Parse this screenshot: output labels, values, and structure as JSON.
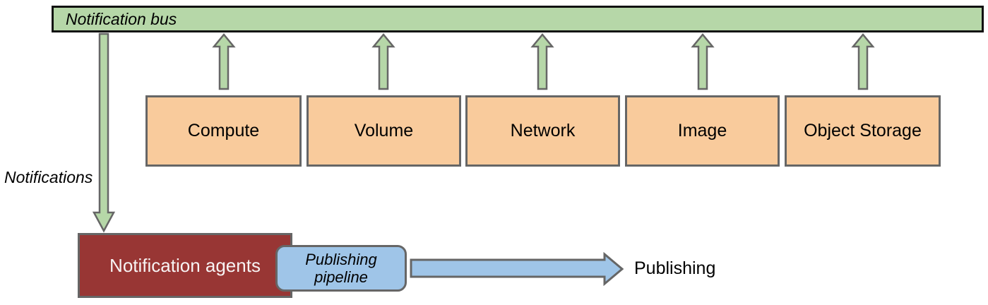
{
  "diagram": {
    "bus": {
      "label": "Notification bus"
    },
    "services": {
      "items": [
        {
          "label": "Compute"
        },
        {
          "label": "Volume"
        },
        {
          "label": "Network"
        },
        {
          "label": "Image"
        },
        {
          "label": "Object Storage"
        }
      ]
    },
    "notifications": {
      "label": "Notifications"
    },
    "agents": {
      "label": "Notification agents"
    },
    "pipeline": {
      "label_line1": "Publishing",
      "label_line2": "pipeline"
    },
    "publishing": {
      "label": "Publishing"
    }
  },
  "colors": {
    "bus_fill": "#b6d7a8",
    "bus_border": "#111111",
    "service_fill": "#f9cb9c",
    "green_arrow_fill": "#b6d7a8",
    "agents_fill": "#983634",
    "agents_text": "#f7f3f3",
    "pipeline_fill": "#9fc5e8",
    "blue_arrow_fill": "#9fc5e8",
    "border_gray": "#666666",
    "canvas_bg": "#ffffff"
  }
}
